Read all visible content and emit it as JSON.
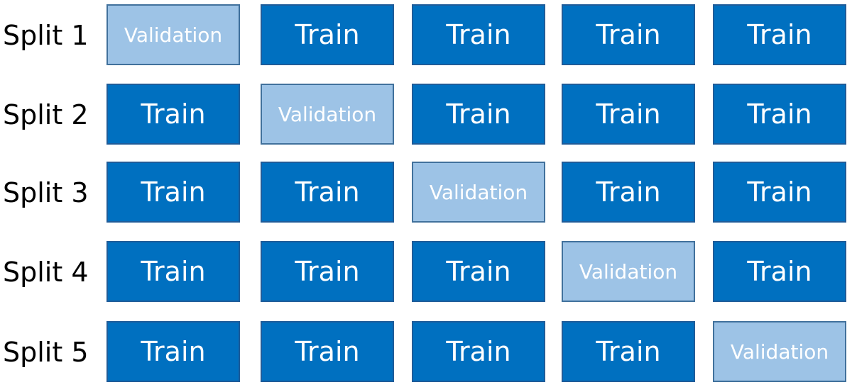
{
  "colors": {
    "train_fill": "#0070c0",
    "validation_fill": "#9dc3e6",
    "text": "#ffffff"
  },
  "splits": [
    {
      "label": "Split 1",
      "folds": [
        "Validation",
        "Train",
        "Train",
        "Train",
        "Train"
      ]
    },
    {
      "label": "Split 2",
      "folds": [
        "Train",
        "Validation",
        "Train",
        "Train",
        "Train"
      ]
    },
    {
      "label": "Split 3",
      "folds": [
        "Train",
        "Train",
        "Validation",
        "Train",
        "Train"
      ]
    },
    {
      "label": "Split 4",
      "folds": [
        "Train",
        "Train",
        "Train",
        "Validation",
        "Train"
      ]
    },
    {
      "label": "Split 5",
      "folds": [
        "Train",
        "Train",
        "Train",
        "Train",
        "Validation"
      ]
    }
  ]
}
